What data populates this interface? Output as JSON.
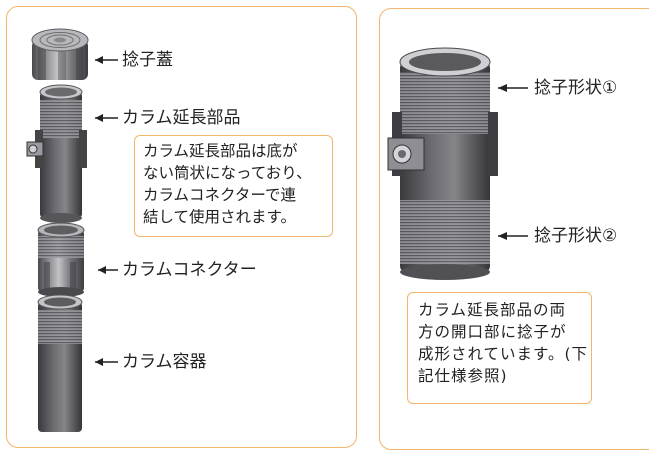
{
  "left_panel": {
    "labels": {
      "cap": "捻子蓋",
      "extension": "カラム延長部品",
      "connector": "カラムコネクター",
      "container": "カラム容器"
    },
    "note": {
      "lines": [
        "カラム延長部品は底が",
        "ない筒状になっており、",
        "カラムコネクターで連",
        "結して使用されます。"
      ]
    }
  },
  "right_panel": {
    "labels": {
      "thread1": "捻子形状①",
      "thread2": "捻子形状②"
    },
    "note": {
      "lines": [
        "カラム延長部品の両",
        "方の開口部に捻子が",
        "成形されています。(下",
        "記仕様参照)"
      ]
    }
  },
  "colors": {
    "border": "#f3b56a",
    "metal_dark": "#5c5c60",
    "metal_light": "#a9a9ad"
  }
}
